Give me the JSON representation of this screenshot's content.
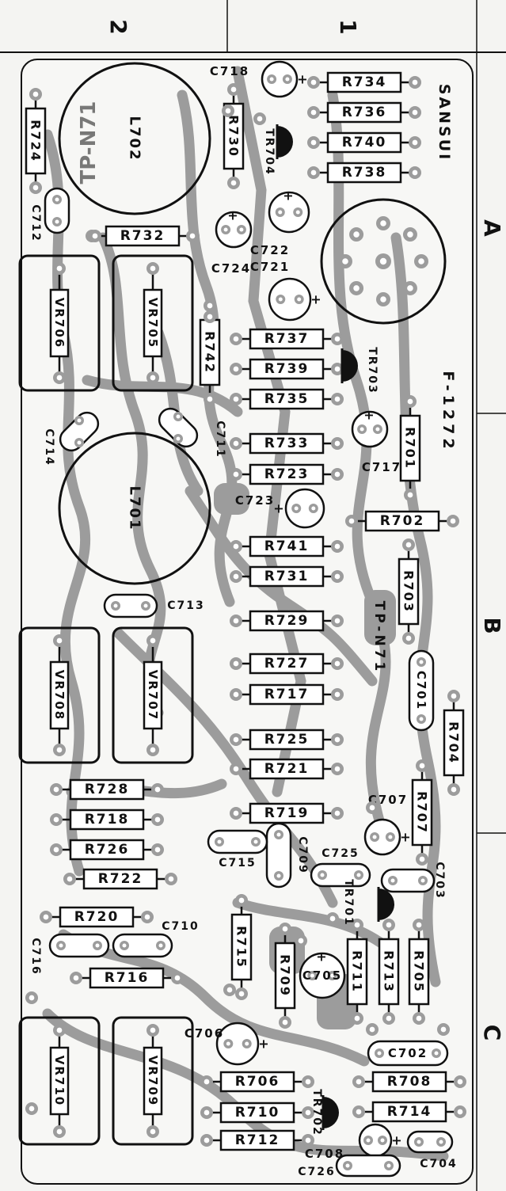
{
  "grid": {
    "col_labels": [
      "2",
      "1"
    ],
    "row_labels": [
      "A",
      "B",
      "C"
    ]
  },
  "board": {
    "brand": "SANSUI",
    "board_code": "F-1272",
    "board_name": "TP-N71",
    "mirror_text": "TP-N71"
  },
  "resistors": [
    "R734",
    "R736",
    "R740",
    "R738",
    "R730",
    "R724",
    "R732",
    "R742",
    "R737",
    "R739",
    "R735",
    "R733",
    "R723",
    "R741",
    "R731",
    "R729",
    "R727",
    "R717",
    "R725",
    "R721",
    "R719",
    "R701",
    "R702",
    "R703",
    "R704",
    "R707",
    "R728",
    "R718",
    "R726",
    "R722",
    "R720",
    "R716",
    "R715",
    "R709",
    "R711",
    "R713",
    "R705",
    "R706",
    "R710",
    "R712",
    "R708",
    "R714"
  ],
  "capacitors": [
    "C718",
    "C712",
    "C724",
    "C722",
    "C721",
    "C711",
    "C714",
    "C717",
    "C723",
    "C713",
    "C701",
    "C707",
    "C709",
    "C715",
    "C725",
    "C703",
    "C710",
    "C716",
    "C705",
    "C706",
    "C702",
    "C708",
    "C726",
    "C704"
  ],
  "transistors": [
    "TR704",
    "TR703",
    "TR701",
    "TR702"
  ],
  "coils": [
    "L702",
    "L701"
  ],
  "variable_resistors": [
    "VR706",
    "VR705",
    "VR708",
    "VR707",
    "VR710",
    "VR709"
  ],
  "colors": {
    "paper": "#f4f4f2",
    "trace": "#9c9c9c",
    "pad_hole": "#ffffff",
    "ink": "#111111",
    "label_box": "#ffffff"
  }
}
